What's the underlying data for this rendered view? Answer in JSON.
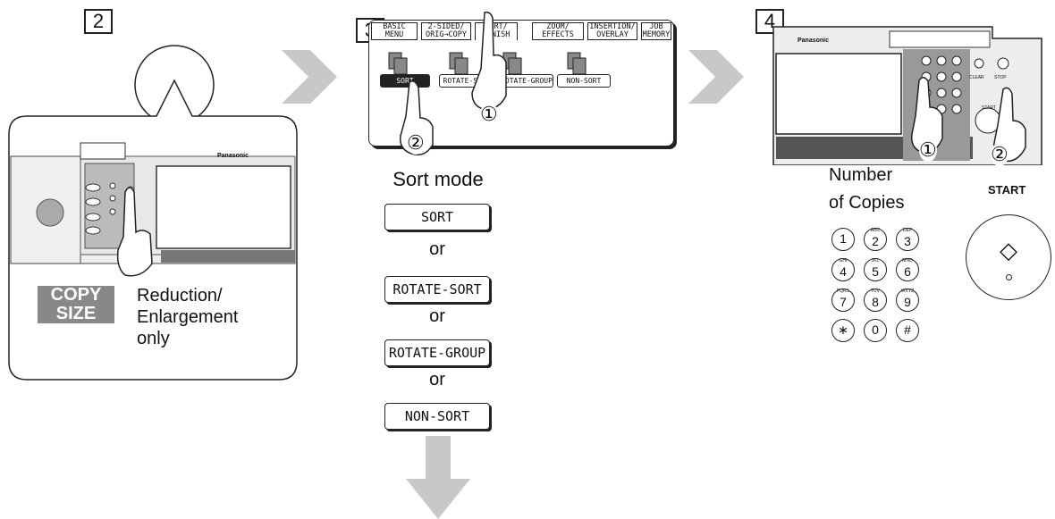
{
  "steps": {
    "step2": {
      "number": "2",
      "badge_line1": "COPY",
      "badge_line2": "SIZE",
      "note": "Reduction/\nEnlargement\nonly",
      "brand": "Panasonic"
    },
    "step3": {
      "number": "3",
      "tabs": [
        "BASIC MENU",
        "2-SIDED/ ORIG→COPY",
        "SORT/ FINISH",
        "ZOOM/ EFFECTS",
        "INSERTION/ OVERLAY",
        "JOB MEMORY"
      ],
      "screen_buttons": [
        "SORT",
        "ROTATE-SORT",
        "ROTATE-GROUP",
        "NON-SORT"
      ],
      "callout1": "①",
      "callout2": "②",
      "caption": "Sort mode",
      "options": [
        "SORT",
        "ROTATE-SORT",
        "ROTATE-GROUP",
        "NON-SORT"
      ],
      "or_label": "or"
    },
    "step4": {
      "number": "4",
      "brand": "Panasonic",
      "panel_labels": {
        "clear": "CLEAR",
        "stop": "STOP",
        "start": "START"
      },
      "callout1": "①",
      "callout2": "②",
      "copies_line1": "Number",
      "copies_line2": "of Copies",
      "start_label": "START",
      "keypad": [
        {
          "key": "1",
          "sub": ""
        },
        {
          "key": "2",
          "sub": "ABC"
        },
        {
          "key": "3",
          "sub": "DEF"
        },
        {
          "key": "4",
          "sub": "GHI"
        },
        {
          "key": "5",
          "sub": "JKL"
        },
        {
          "key": "6",
          "sub": "MNO"
        },
        {
          "key": "7",
          "sub": "PQRS"
        },
        {
          "key": "8",
          "sub": "TUV"
        },
        {
          "key": "9",
          "sub": "WXYZ"
        },
        {
          "key": "∗",
          "sub": ""
        },
        {
          "key": "0",
          "sub": ""
        },
        {
          "key": "#",
          "sub": ""
        }
      ],
      "start_symbol": "◇"
    }
  }
}
